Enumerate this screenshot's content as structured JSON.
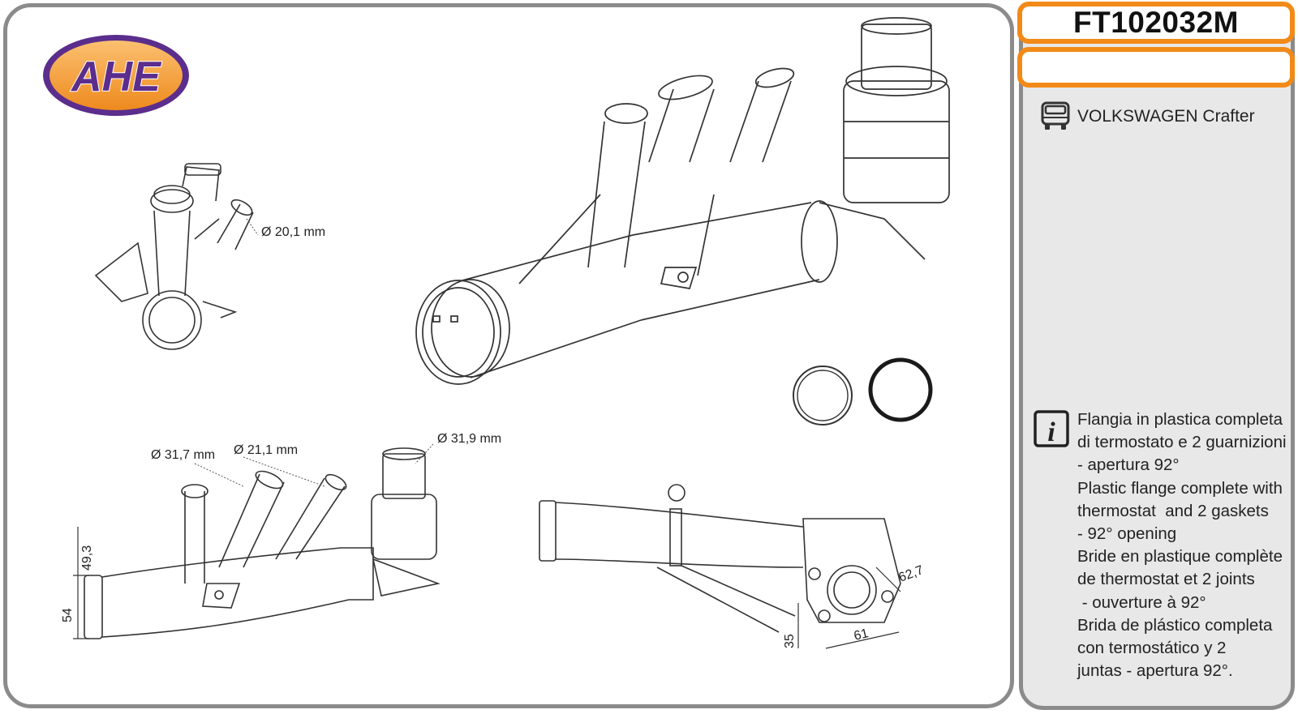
{
  "brand": {
    "logo_text": "AHE"
  },
  "product": {
    "code": "FT102032M",
    "subcode": ""
  },
  "vehicle": {
    "icon": "van-icon",
    "label": "VOLKSWAGEN Crafter"
  },
  "info": {
    "icon": "info-icon",
    "lines": [
      "Flangia in plastica completa",
      "di termostato e 2 guarnizioni",
      "- apertura 92°",
      "Plastic flange complete with",
      "thermostat  and 2 gaskets",
      "- 92° opening",
      "Bride en plastique complète",
      "de thermostat et 2 joints",
      " - ouverture à 92°",
      "Brida de plástico completa",
      "con termostático y 2",
      "juntas - apertura 92°."
    ]
  },
  "dimensions": {
    "small_pipe": "Ø 20,1 mm",
    "pipe_a": "Ø 31,7 mm",
    "pipe_b": "Ø 21,1 mm",
    "pipe_c": "Ø 31,9 mm",
    "height_upper": "49,3",
    "height_lower": "54",
    "flange_diag": "62,7",
    "flange_width": "61",
    "flange_height": "35"
  },
  "colors": {
    "accent_orange": "#f28a18",
    "frame_grey": "#8b8b8b",
    "panel_grey": "#e8e8e8",
    "logo_purple": "#5b2d8c",
    "logo_orange": "#f39a2c"
  }
}
